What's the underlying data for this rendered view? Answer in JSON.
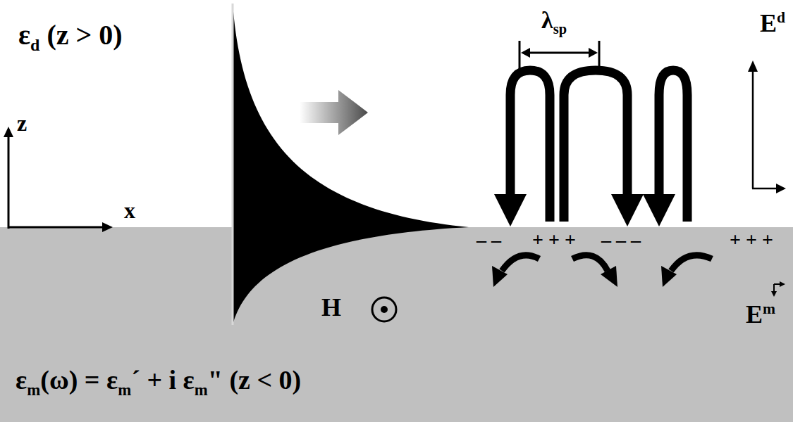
{
  "diagram": {
    "labels": [
      "ε",
      "d",
      "(z > 0)",
      "z",
      "x",
      "λ",
      "sp",
      "E",
      "d",
      "– –",
      "+ + +",
      "– – –",
      "+ + +",
      "H",
      "E",
      "m",
      "ε",
      "m",
      "(ω) = ε",
      "m",
      "´ + i ε",
      "m",
      "\" (z < 0)"
    ]
  }
}
